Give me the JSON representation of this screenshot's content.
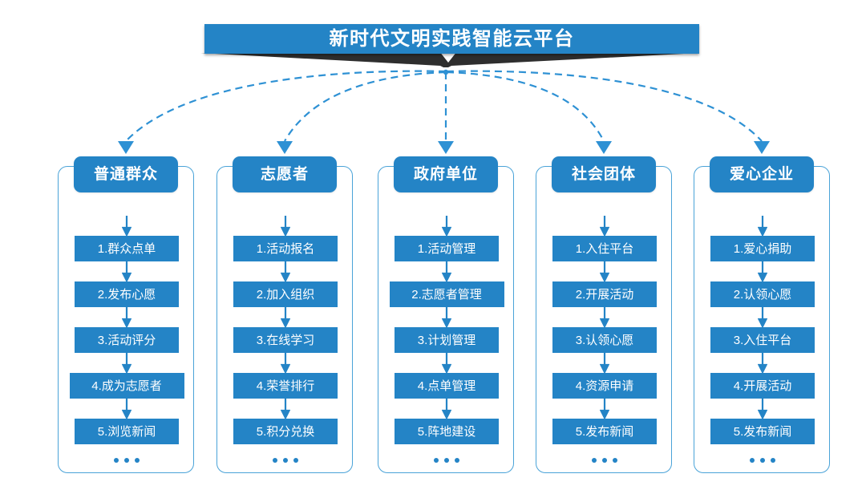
{
  "title": {
    "text": "新时代文明实践智能云平台",
    "bar_color": "#2484c6",
    "banner_color": "#2e2e2e",
    "chevron_icon": "chevron-down-icon"
  },
  "theme": {
    "accent": "#2484c6",
    "outline": "#4aa3d8",
    "dash": "#2e91d4",
    "text_on_accent": "#ffffff",
    "background": "#ffffff"
  },
  "connectors": {
    "style": "dashed",
    "arrowhead": "triangle-down",
    "origin_label": "platform-hub"
  },
  "columns": [
    {
      "header": "普通群众",
      "steps": [
        "1.群众点单",
        "2.发布心愿",
        "3.活动评分",
        "4.成为志愿者",
        "5.浏览新闻"
      ],
      "more": "..."
    },
    {
      "header": "志愿者",
      "steps": [
        "1.活动报名",
        "2.加入组织",
        "3.在线学习",
        "4.荣誉排行",
        "5.积分兑换"
      ],
      "more": "..."
    },
    {
      "header": "政府单位",
      "steps": [
        "1.活动管理",
        "2.志愿者管理",
        "3.计划管理",
        "4.点单管理",
        "5.阵地建设"
      ],
      "more": "..."
    },
    {
      "header": "社会团体",
      "steps": [
        "1.入住平台",
        "2.开展活动",
        "3.认领心愿",
        "4.资源申请",
        "5.发布新闻"
      ],
      "more": "..."
    },
    {
      "header": "爱心企业",
      "steps": [
        "1.爱心捐助",
        "2.认领心愿",
        "3.入住平台",
        "4.开展活动",
        "5.发布新闻"
      ],
      "more": "..."
    }
  ]
}
